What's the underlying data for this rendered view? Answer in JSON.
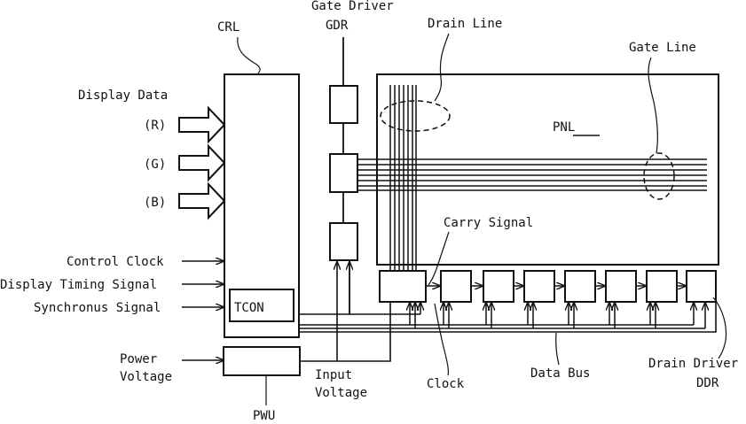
{
  "labels": {
    "crl": "CRL",
    "gate_driver": "Gate Driver",
    "gdr": "GDR",
    "drain_line": "Drain Line",
    "gate_line": "Gate Line",
    "display_data": "Display Data",
    "r": "(R)",
    "g": "(G)",
    "b": "(B)",
    "pnl": "PNL",
    "carry_signal": "Carry Signal",
    "control_clock": "Control Clock",
    "display_timing_signal": "Display Timing Signal",
    "synchronus_signal": "Synchronus Signal",
    "tcon": "TCON",
    "power_voltage_1": "Power",
    "power_voltage_2": "Voltage",
    "input_voltage_1": "Input",
    "input_voltage_2": "Voltage",
    "clock": "Clock",
    "data_bus": "Data Bus",
    "drain_driver_1": "Drain Driver",
    "drain_driver_2": "DDR",
    "pwu": "PWU"
  }
}
